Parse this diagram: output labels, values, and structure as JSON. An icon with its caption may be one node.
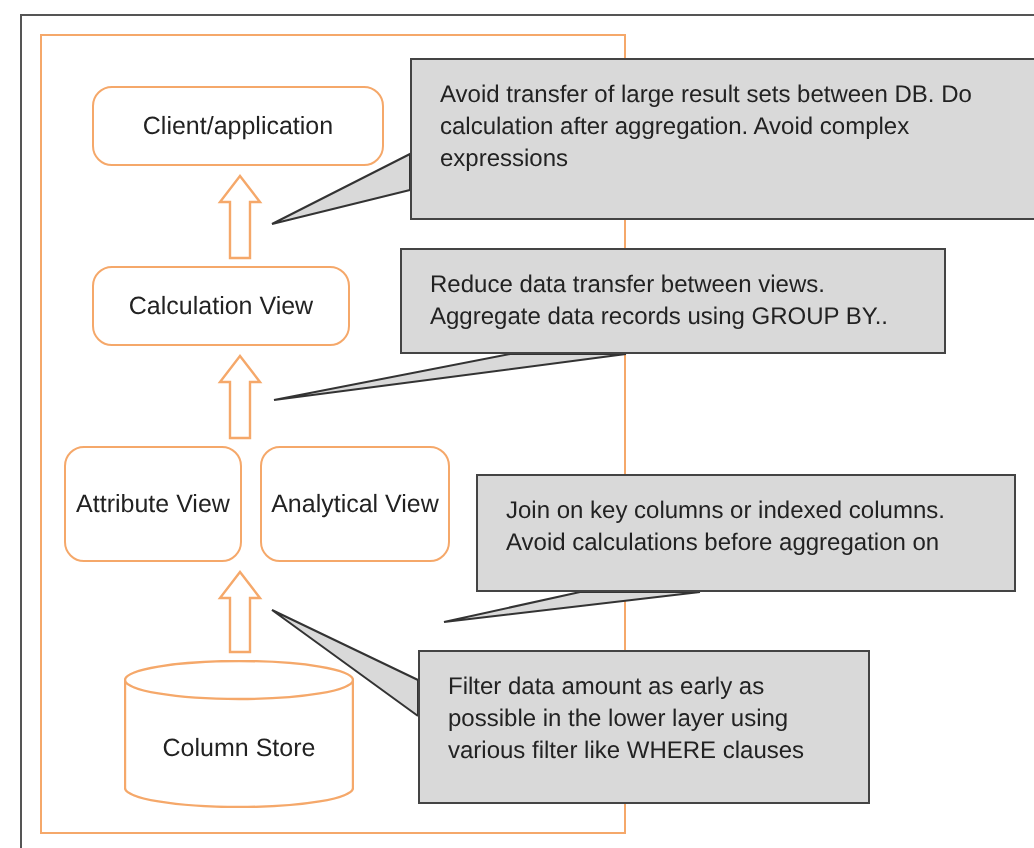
{
  "diagram": {
    "nodes": [
      {
        "text": [
          "Client/application"
        ]
      },
      {
        "text": [
          "Avoid transfer of large result sets between DB. Do calculation after aggregation. Avoid complex expressions"
        ]
      },
      {
        "text": [
          "Calculation View"
        ]
      },
      {
        "text": [
          "Reduce data transfer between views. Aggregate data records using GROUP BY.."
        ]
      },
      {
        "text": [
          "Attribute View"
        ]
      },
      {
        "text": [
          "Analytical View"
        ]
      },
      {
        "text": [
          "Join on key columns or indexed columns. Avoid calculations before aggregation on"
        ]
      },
      {
        "text": [
          "Filter data amount as early as possible in the lower layer using various filter like WHERE clauses"
        ]
      },
      {
        "text": [
          "Column Store"
        ]
      }
    ],
    "edges": [
      {
        "from": 2,
        "to": 0,
        "arrow": "to"
      },
      {
        "from": 4,
        "to": 2,
        "arrow": "to"
      },
      {
        "from": 5,
        "to": 2,
        "arrow": "to"
      },
      {
        "from": 8,
        "to": 4,
        "arrow": "to"
      },
      {
        "from": 8,
        "to": 5,
        "arrow": "to"
      },
      {
        "from": 1,
        "to": null,
        "arrow": "none"
      },
      {
        "from": 3,
        "to": null,
        "arrow": "none"
      },
      {
        "from": 6,
        "to": null,
        "arrow": "none"
      },
      {
        "from": 7,
        "to": null,
        "arrow": "none"
      }
    ]
  }
}
